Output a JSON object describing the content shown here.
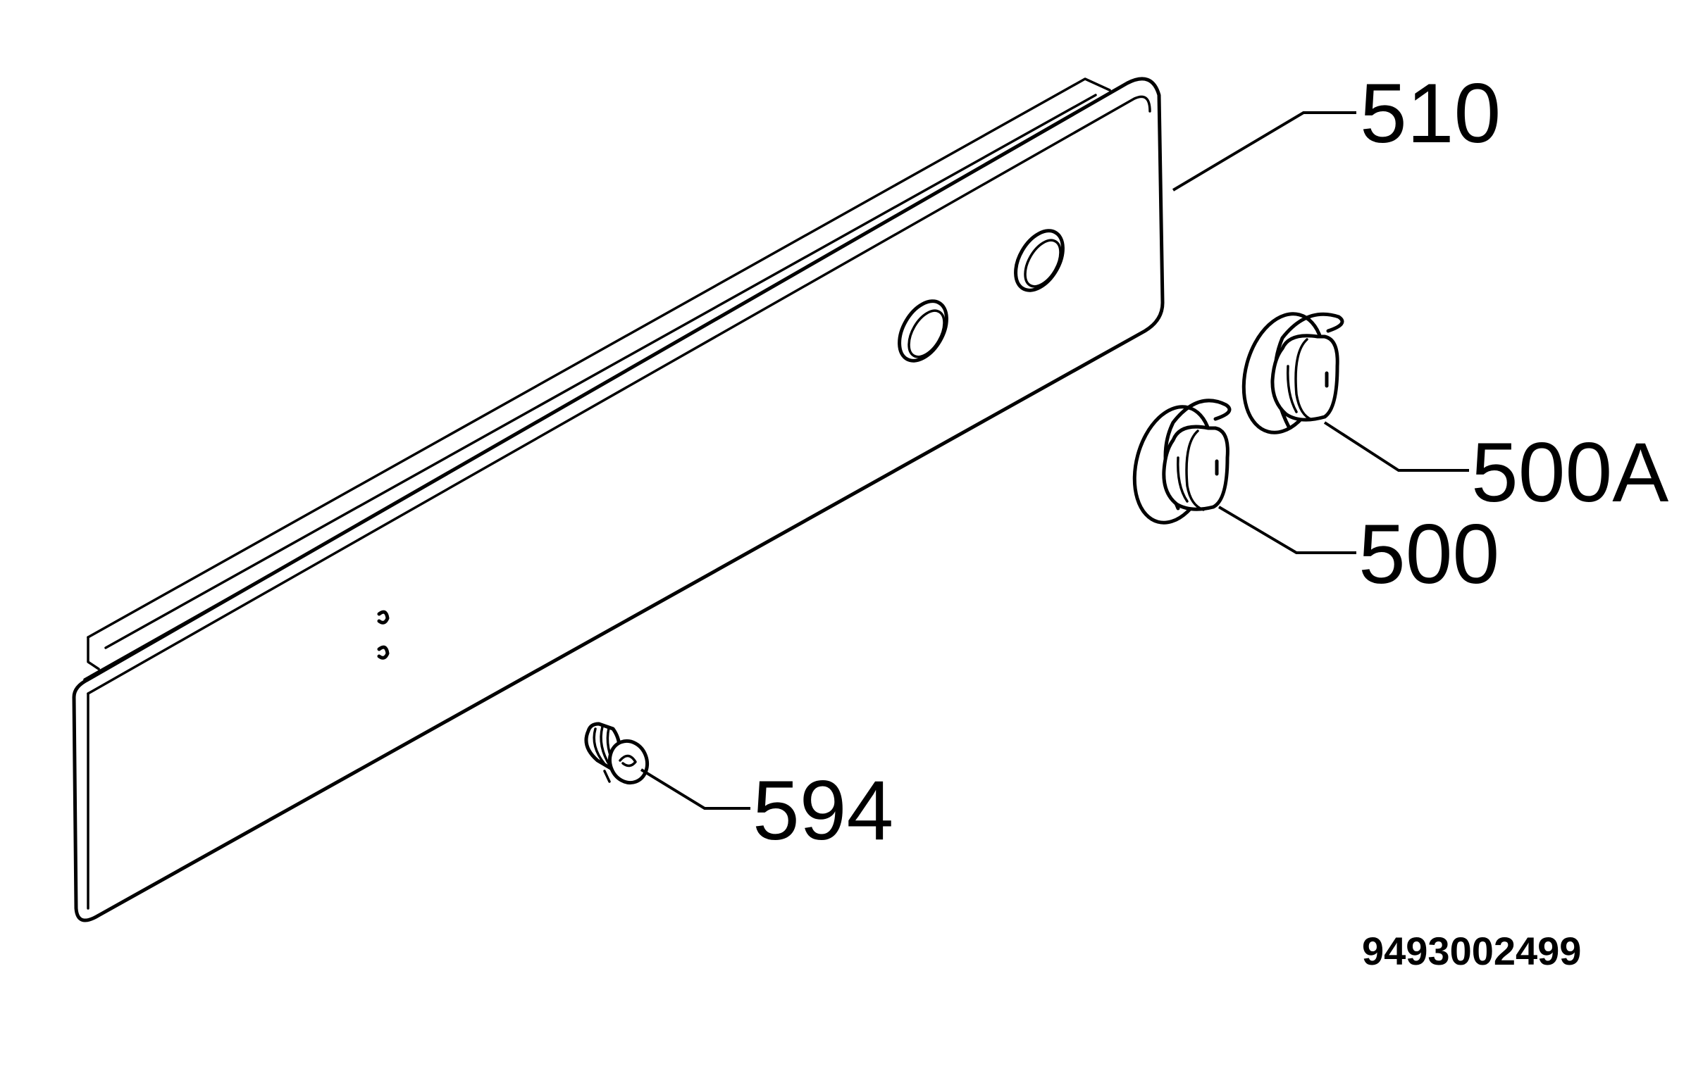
{
  "parts": [
    {
      "id": "510",
      "label": "510",
      "description_target": "control panel fascia"
    },
    {
      "id": "500A",
      "label": "500A",
      "description_target": "knob"
    },
    {
      "id": "500",
      "label": "500",
      "description_target": "knob"
    },
    {
      "id": "594",
      "label": "594",
      "description_target": "indicator lamp"
    }
  ],
  "drawing_code": "9493002499"
}
